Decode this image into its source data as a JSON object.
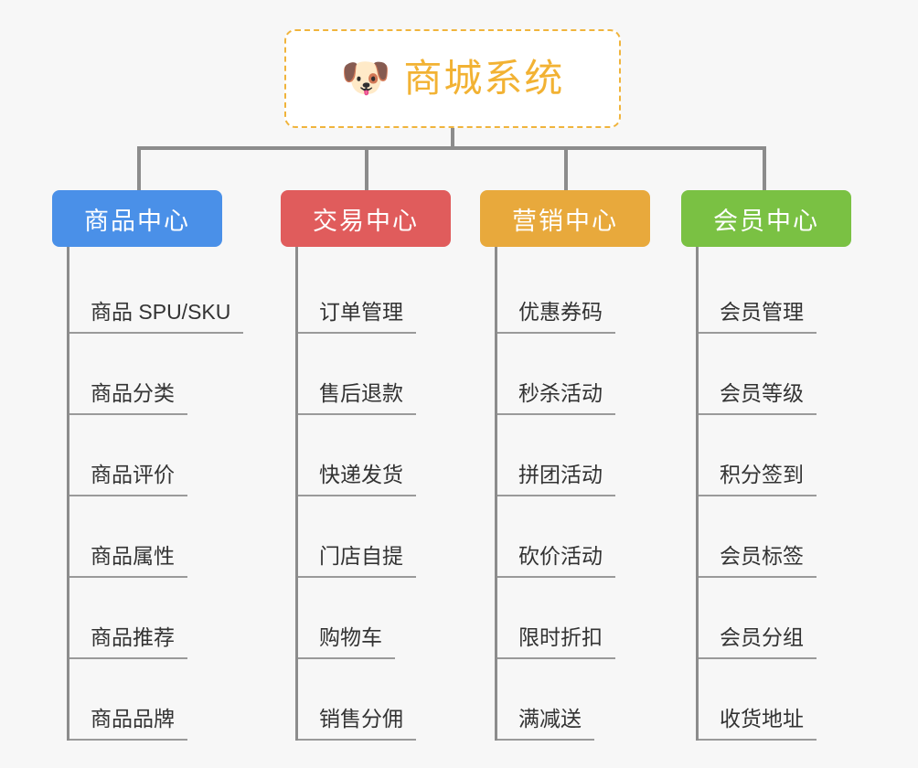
{
  "background_color": "#f7f7f7",
  "root": {
    "icon": "dog-face-icon",
    "icon_glyph": "🐶",
    "title": "商城系统",
    "title_color": "#f2b233",
    "border_color": "#f0b43c"
  },
  "connector_color": "#8c8c8c",
  "columns": [
    {
      "id": "product-center",
      "title": "商品中心",
      "color": "#4a90e8",
      "items": [
        "商品 SPU/SKU",
        "商品分类",
        "商品评价",
        "商品属性",
        "商品推荐",
        "商品品牌"
      ]
    },
    {
      "id": "trade-center",
      "title": "交易中心",
      "color": "#e05c5c",
      "items": [
        "订单管理",
        "售后退款",
        "快递发货",
        "门店自提",
        "购物车",
        "销售分佣"
      ]
    },
    {
      "id": "marketing-center",
      "title": "营销中心",
      "color": "#e8a93c",
      "items": [
        "优惠券码",
        "秒杀活动",
        "拼团活动",
        "砍价活动",
        "限时折扣",
        "满减送"
      ]
    },
    {
      "id": "member-center",
      "title": "会员中心",
      "color": "#7ac143",
      "items": [
        "会员管理",
        "会员等级",
        "积分签到",
        "会员标签",
        "会员分组",
        "收货地址"
      ]
    }
  ]
}
